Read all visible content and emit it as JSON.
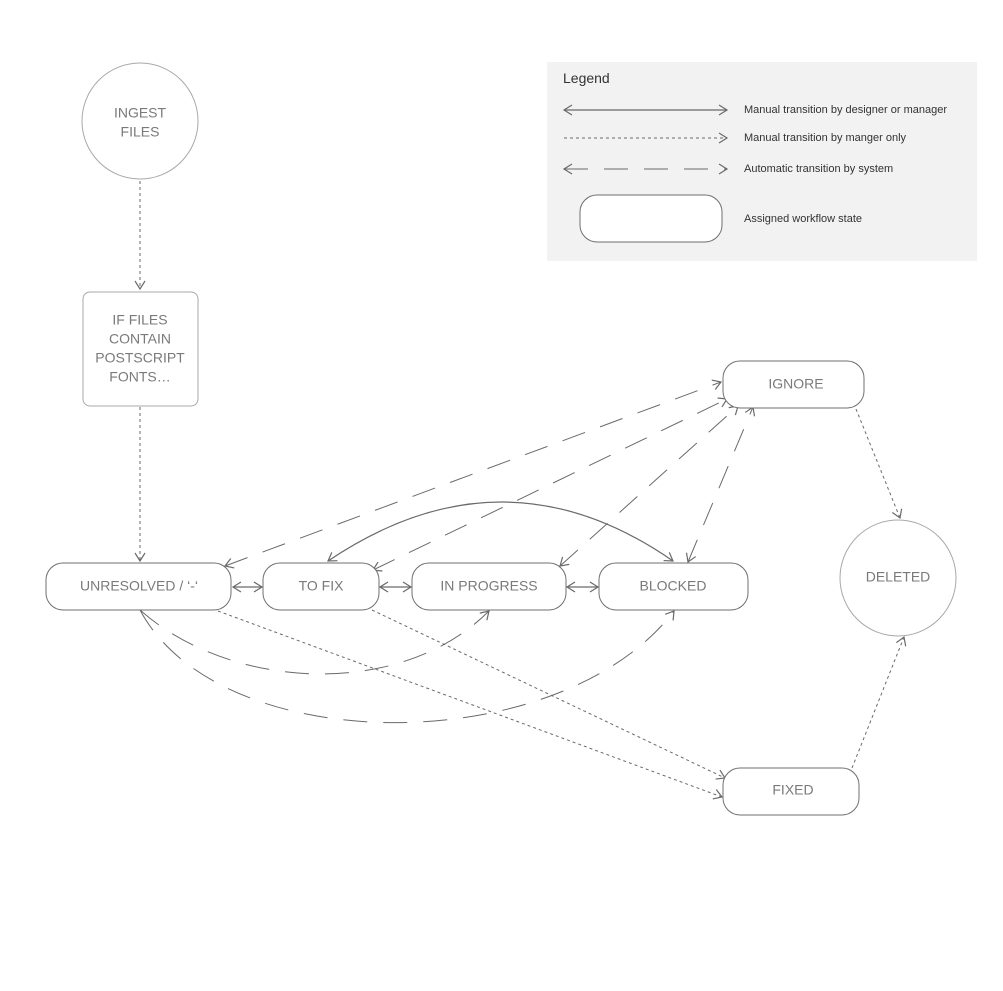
{
  "legend": {
    "title": "Legend",
    "manual_any": "Manual transition by designer or manager",
    "manual_manager": "Manual transition by manger only",
    "automatic": "Automatic transition by system",
    "assigned_state": "Assigned workflow state"
  },
  "nodes": {
    "ingest_line1": "INGEST",
    "ingest_line2": "FILES",
    "postscript_line1": "IF FILES",
    "postscript_line2": "CONTAIN",
    "postscript_line3": "POSTSCRIPT",
    "postscript_line4": "FONTS…",
    "unresolved": "UNRESOLVED / ‘-‘",
    "to_fix": "TO FIX",
    "in_progress": "IN PROGRESS",
    "blocked": "BLOCKED",
    "ignore": "IGNORE",
    "deleted": "DELETED",
    "fixed": "FIXED"
  },
  "colors": {
    "line": "#6a6a6a",
    "legend_background": "#f2f2f2",
    "node_text": "#7a7a7a"
  }
}
